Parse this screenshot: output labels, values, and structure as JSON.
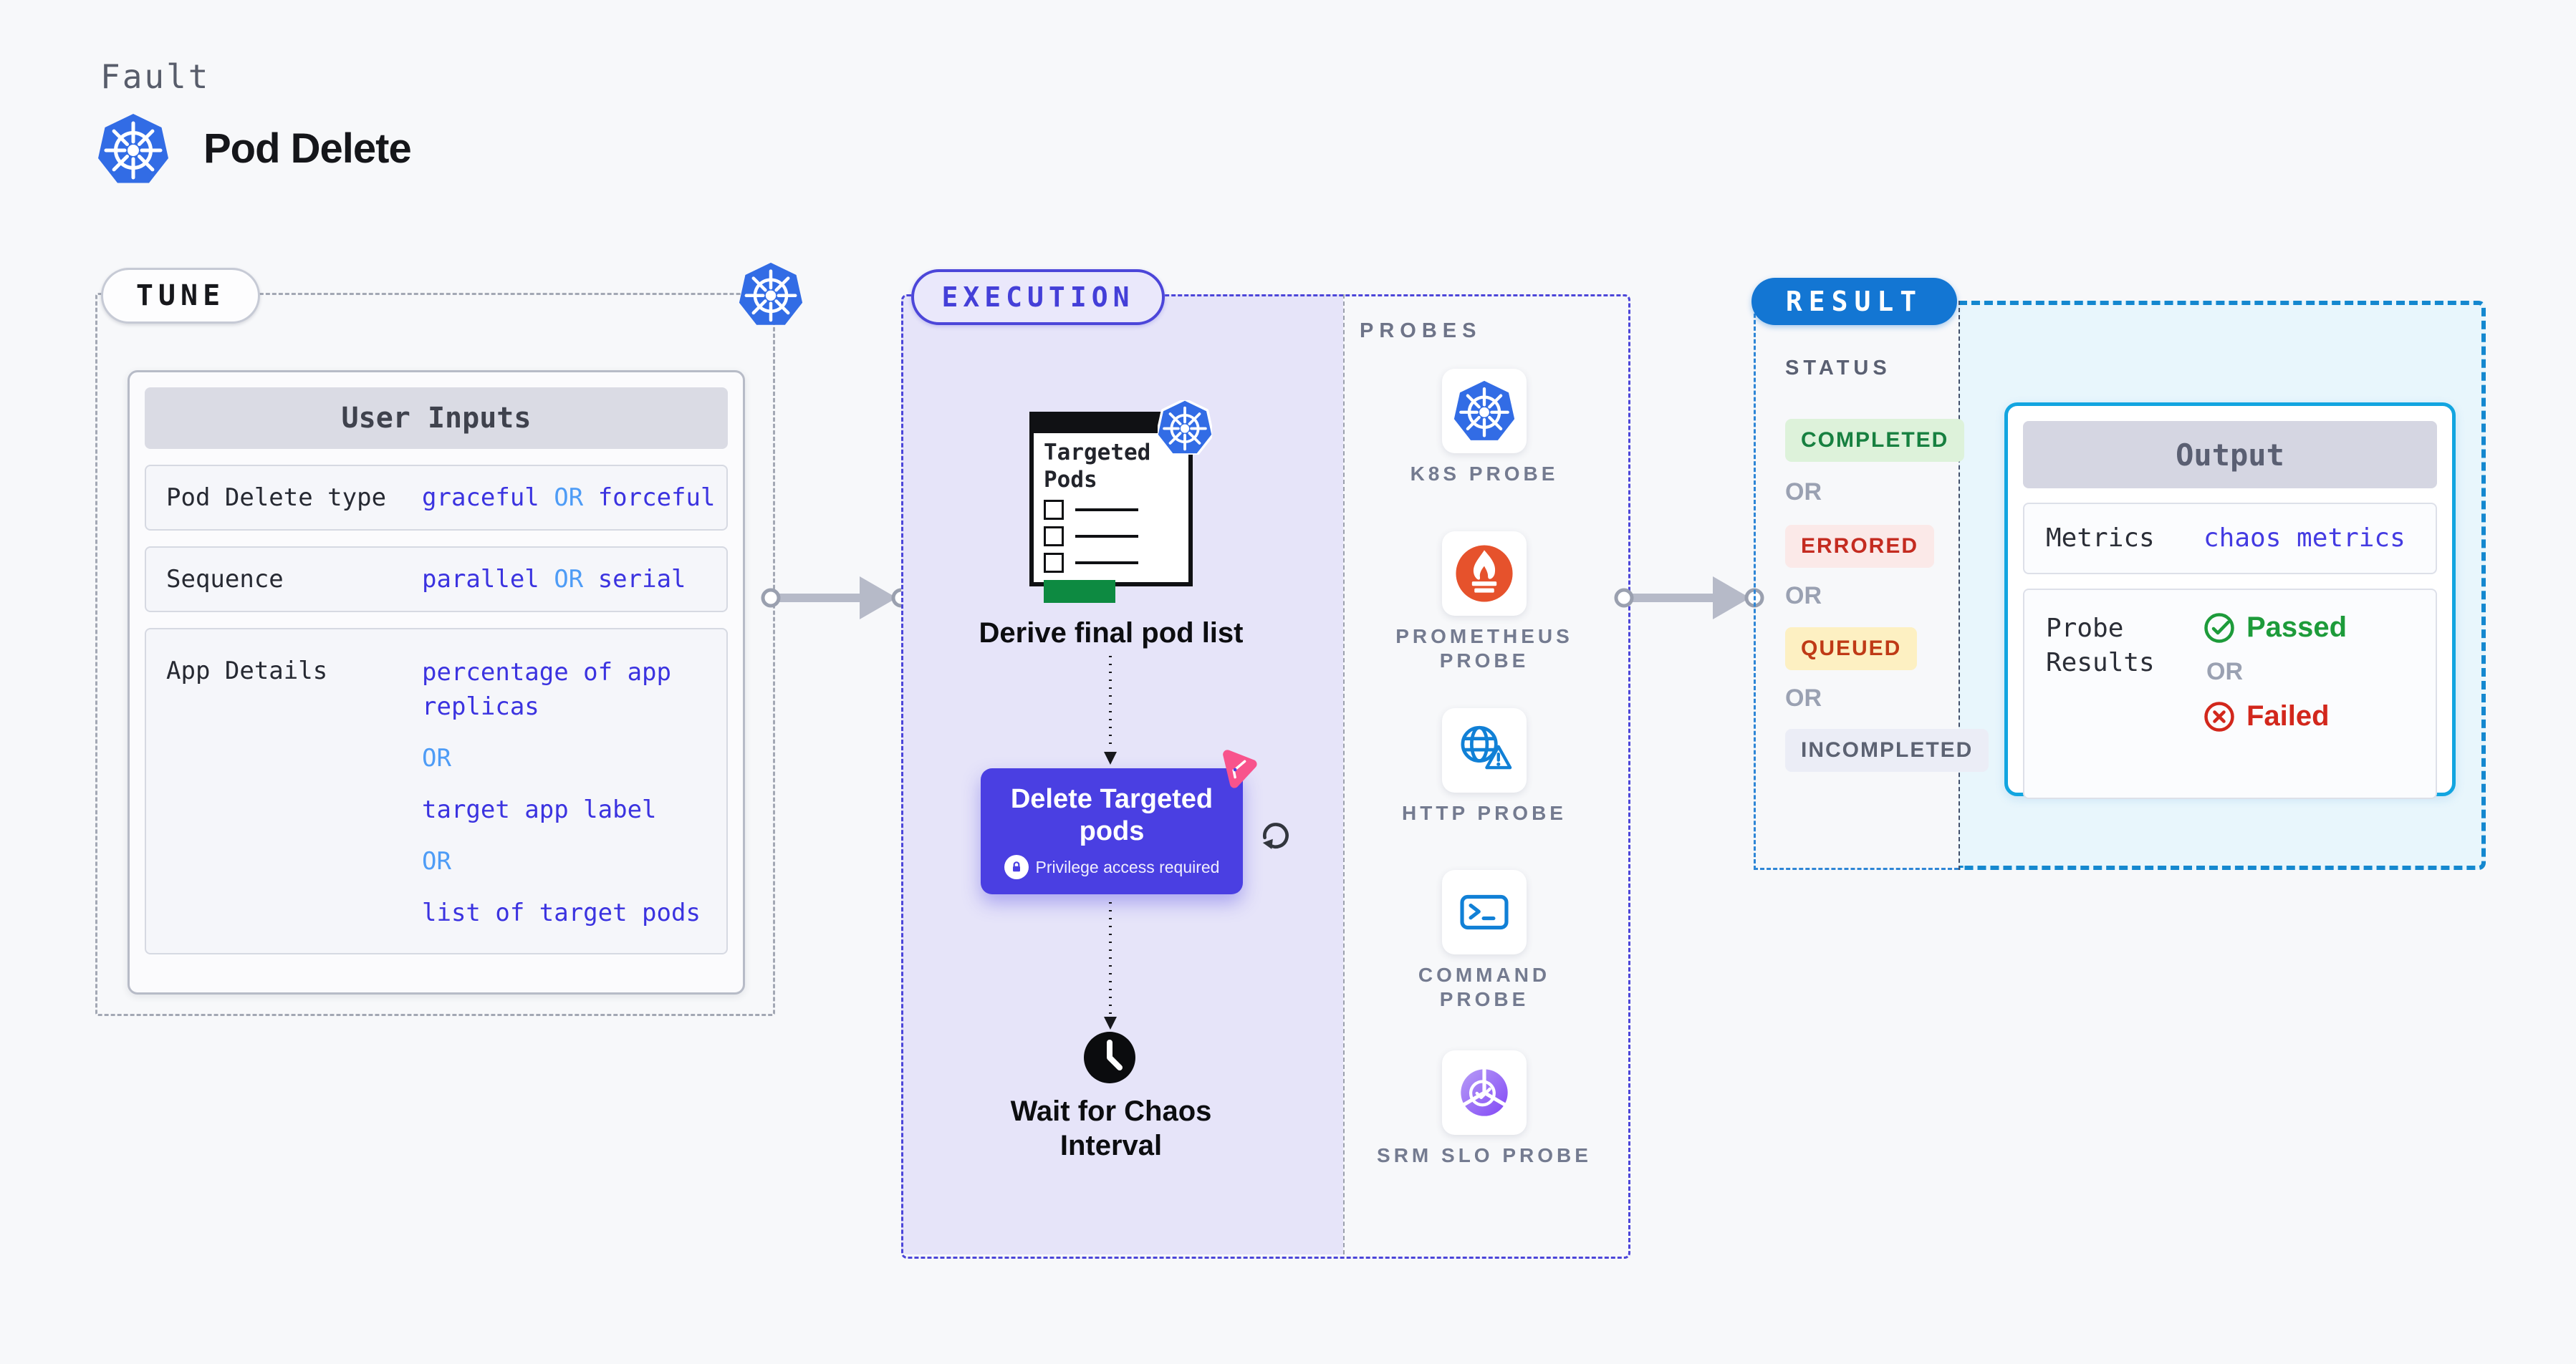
{
  "header": {
    "eyebrow": "Fault",
    "title": "Pod Delete"
  },
  "tune": {
    "badge": "TUNE",
    "card_title": "User Inputs",
    "rows": [
      {
        "label": "Pod Delete type",
        "v1": "graceful",
        "or": "OR",
        "v2": "forceful"
      },
      {
        "label": "Sequence",
        "v1": "parallel",
        "or": "OR",
        "v2": "serial"
      },
      {
        "label": "App Details",
        "v1": "percentage of app replicas",
        "or1": "OR",
        "v2": "target app label",
        "or2": "OR",
        "v3": "list of target pods"
      }
    ]
  },
  "execution": {
    "badge": "EXECUTION",
    "targeted_pods_title": "Targeted Pods",
    "derive_caption": "Derive final pod list",
    "delete_card": {
      "title": "Delete Targeted pods",
      "privilege": "Privilege access required"
    },
    "wait_caption": "Wait for Chaos Interval",
    "probes": {
      "title": "PROBES",
      "items": [
        {
          "label": "K8S PROBE",
          "icon": "k8s-icon"
        },
        {
          "label": "PROMETHEUS PROBE",
          "icon": "prometheus-icon"
        },
        {
          "label": "HTTP PROBE",
          "icon": "http-probe-icon"
        },
        {
          "label": "COMMAND PROBE",
          "icon": "command-probe-icon"
        },
        {
          "label": "SRM SLO PROBE",
          "icon": "srm-slo-probe-icon"
        }
      ]
    }
  },
  "result": {
    "badge": "RESULT",
    "status": {
      "title": "STATUS",
      "or": "OR",
      "items": [
        {
          "label": "COMPLETED",
          "kind": "completed"
        },
        {
          "label": "ERRORED",
          "kind": "errored"
        },
        {
          "label": "QUEUED",
          "kind": "queued"
        },
        {
          "label": "INCOMPLETED",
          "kind": "incompleted"
        }
      ]
    },
    "output": {
      "title": "Output",
      "metrics_label": "Metrics",
      "metrics_value": "chaos metrics",
      "probe_results_label": "Probe Results",
      "passed": "Passed",
      "or": "OR",
      "failed": "Failed"
    }
  },
  "colors": {
    "page_bg": "#f7f8fa",
    "indigo": "#4c46d9",
    "indigo_card": "#4a3fe2",
    "value_blue": "#3b33e0",
    "or_blue": "#4e9cf6",
    "lavender_bg": "#e6e4f9",
    "k8s_blue": "#326ce5",
    "prometheus_orange": "#e6522c",
    "probe_blue": "#1180d6",
    "srm_purple": "#8247f5",
    "result_blue": "#1376d3",
    "cyan_border": "#12a5e0",
    "cyan_bg": "#e8f6fc",
    "green": "#1d9b3a",
    "red": "#d2271c",
    "queued_yellow_bg": "#fdf0c2",
    "chaos_pink": "#f8538c"
  }
}
